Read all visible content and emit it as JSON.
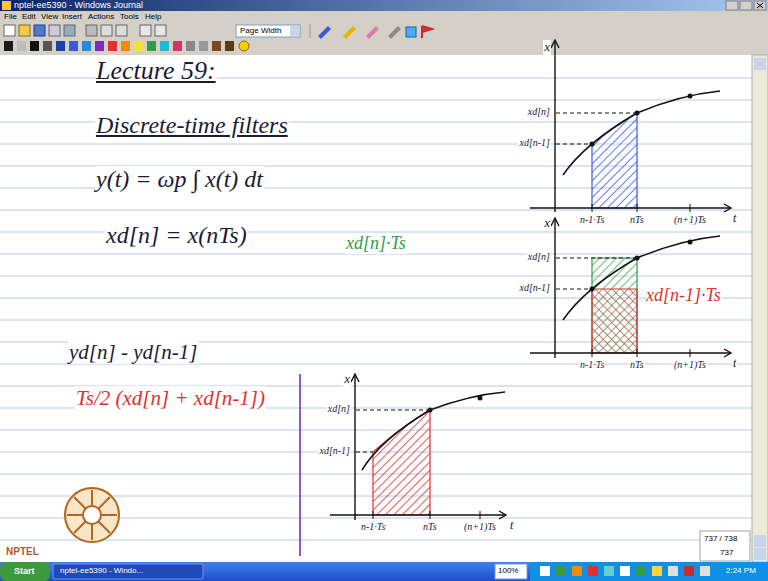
{
  "diagram": {
    "title": "Lecture 59:",
    "labels": [
      "nptel-ee5390 - Windows Journal",
      "File",
      "Edit",
      "View",
      "Insert",
      "Actions",
      "Tools",
      "Help",
      "Page Width",
      "Discrete-time filters",
      "y(t) = ωp ∫ x(t) dt",
      "xd[n] = x(nTs)",
      "yd[n] - yd[n-1]",
      "Ts/2 (xd[n] + xd[n-1])",
      "xd[n]·Ts",
      "xd[n-1]·Ts",
      "x",
      "xd[n]",
      "xd[n-1]",
      "n-1·Ts",
      "nTs",
      "(n+1)Ts",
      "t",
      "x",
      "xd[n]",
      "xd[n-1]",
      "n-1·Ts",
      "nTs",
      "(n+1)Ts",
      "t",
      "x",
      "xd[n]",
      "xd[n-1]",
      "n-1·Ts",
      "nTs",
      "(n+1)Ts",
      "t",
      "737 / 738",
      "737",
      "NPTEL",
      "Start",
      "nptel-ee5390 - Windo...",
      "100%",
      "2:24 PM"
    ]
  }
}
